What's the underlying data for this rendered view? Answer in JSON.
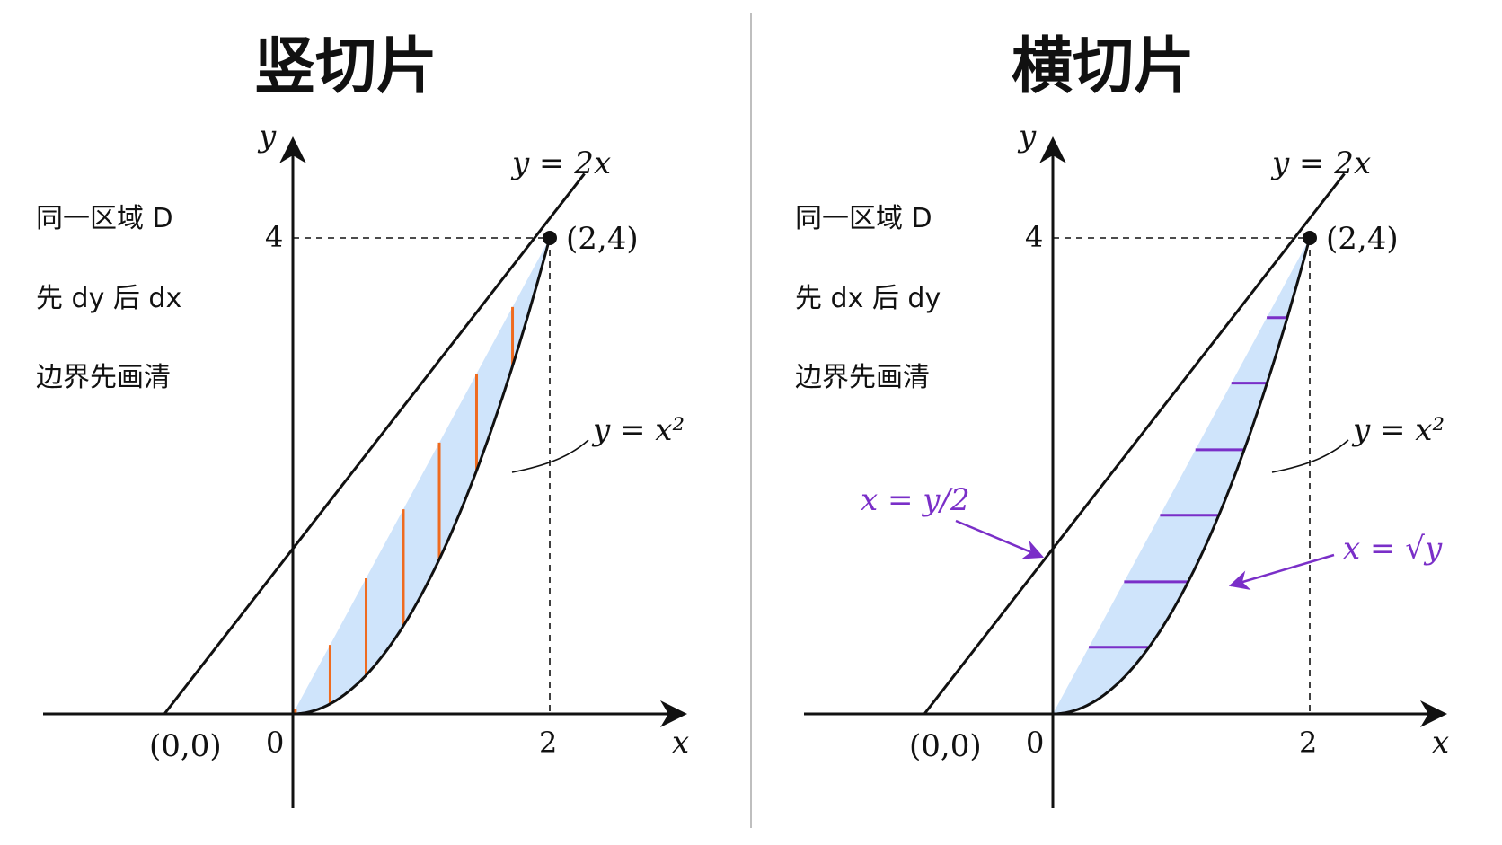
{
  "divider_color": "#bfbfbf",
  "fill_color": "#cfe4fb",
  "vertical_slice_color": "#ef6b1f",
  "horizontal_slice_color": "#7a2fc8",
  "panels": [
    {
      "title": "竖切片",
      "notes": [
        "同一区域 D",
        "先 dy 后 dx",
        "边界先画清"
      ],
      "labels": {
        "x_axis": "x",
        "y_axis": "y",
        "tick_x2": "2",
        "tick_y4": "4",
        "zero": "0",
        "point_origin": "(0,0)",
        "point_intersect": "(2,4)",
        "line_eq": "y = 2x",
        "curve_eq": "y = x²"
      },
      "slices": {
        "orientation": "vertical",
        "x_values": [
          0.02,
          0.29,
          0.57,
          0.86,
          1.14,
          1.43,
          1.71
        ]
      }
    },
    {
      "title": "横切片",
      "notes": [
        "同一区域 D",
        "先 dx 后 dy",
        "边界先画清"
      ],
      "labels": {
        "x_axis": "x",
        "y_axis": "y",
        "tick_x2": "2",
        "tick_y4": "4",
        "zero": "0",
        "point_origin": "(0,0)",
        "point_intersect": "(2,4)",
        "line_eq": "y = 2x",
        "curve_eq": "y = x²",
        "left_boundary": "x = y/2",
        "right_boundary": "x = √y"
      },
      "slices": {
        "orientation": "horizontal",
        "y_values": [
          0.56,
          1.11,
          1.67,
          2.22,
          2.78,
          3.33
        ]
      }
    }
  ]
}
